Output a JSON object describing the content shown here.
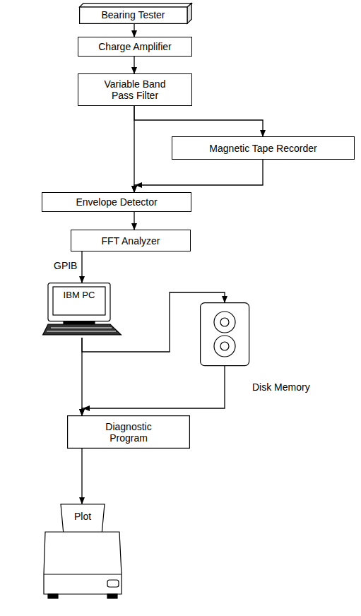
{
  "diagram": {
    "nodes": [
      {
        "text": [
          "Bearing Tester"
        ]
      },
      {
        "text": [
          "Charge Amplifier"
        ]
      },
      {
        "text": [
          "Variable Band Pass Filter"
        ]
      },
      {
        "text": [
          "Magnetic Tape Recorder"
        ]
      },
      {
        "text": [
          "Envelope Detector"
        ]
      },
      {
        "text": [
          "FFT Analyzer"
        ]
      },
      {
        "text": [
          "IBM PC"
        ]
      },
      {
        "text": [
          "Disk Memory"
        ]
      },
      {
        "text": [
          "Diagnostic Program"
        ]
      },
      {
        "text": [
          "Plot"
        ]
      }
    ],
    "edges": [
      {
        "from": 0,
        "to": 1,
        "arrow": "to"
      },
      {
        "from": 1,
        "to": 2,
        "arrow": "to"
      },
      {
        "from": 2,
        "to": 4,
        "arrow": "to"
      },
      {
        "from": 2,
        "to": 3,
        "arrow": "to"
      },
      {
        "from": 3,
        "to": 4,
        "arrow": "to"
      },
      {
        "from": 4,
        "to": 5,
        "arrow": "to"
      },
      {
        "from": 5,
        "to": 6,
        "arrow": "to"
      },
      {
        "from": 6,
        "to": 7,
        "arrow": "to"
      },
      {
        "from": 6,
        "to": 8,
        "arrow": "to"
      },
      {
        "from": 7,
        "to": 8,
        "arrow": "to"
      },
      {
        "from": 8,
        "to": 9,
        "arrow": "to"
      }
    ],
    "labels": [
      "GPIB"
    ]
  }
}
